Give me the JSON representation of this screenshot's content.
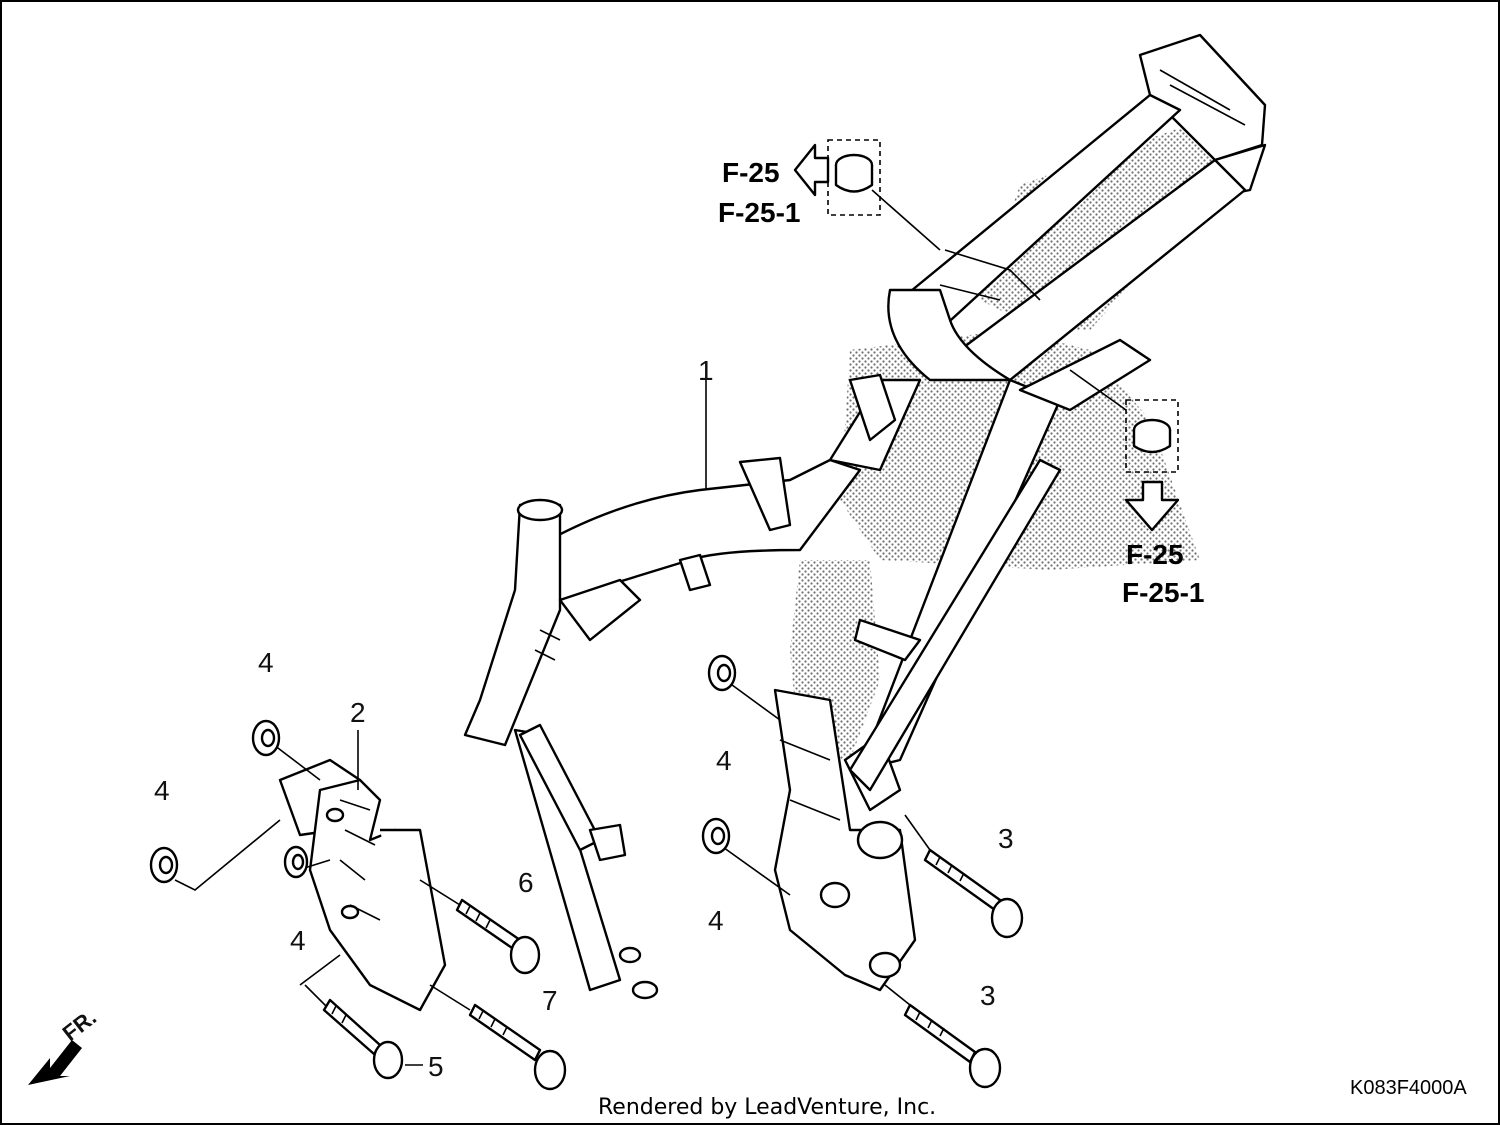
{
  "callouts": [
    {
      "id": "c1",
      "text": "1"
    },
    {
      "id": "c2",
      "text": "2"
    },
    {
      "id": "c3a",
      "text": "3"
    },
    {
      "id": "c3b",
      "text": "3"
    },
    {
      "id": "c4a",
      "text": "4"
    },
    {
      "id": "c4b",
      "text": "4"
    },
    {
      "id": "c4c",
      "text": "4"
    },
    {
      "id": "c4d",
      "text": "4"
    },
    {
      "id": "c4e",
      "text": "4"
    },
    {
      "id": "c5",
      "text": "5"
    },
    {
      "id": "c6",
      "text": "6"
    },
    {
      "id": "c7",
      "text": "7"
    }
  ],
  "refs": {
    "top": {
      "line1": "F-25",
      "line2": "F-25-1"
    },
    "right": {
      "line1": "F-25",
      "line2": "F-25-1"
    }
  },
  "front_arrow": "FR.",
  "diagram_code": "K083F4000A",
  "credit": "Rendered by LeadVenture, Inc.",
  "colors": {
    "ink": "#000000",
    "paper": "#ffffff",
    "stipple": "#7a7a7a"
  }
}
